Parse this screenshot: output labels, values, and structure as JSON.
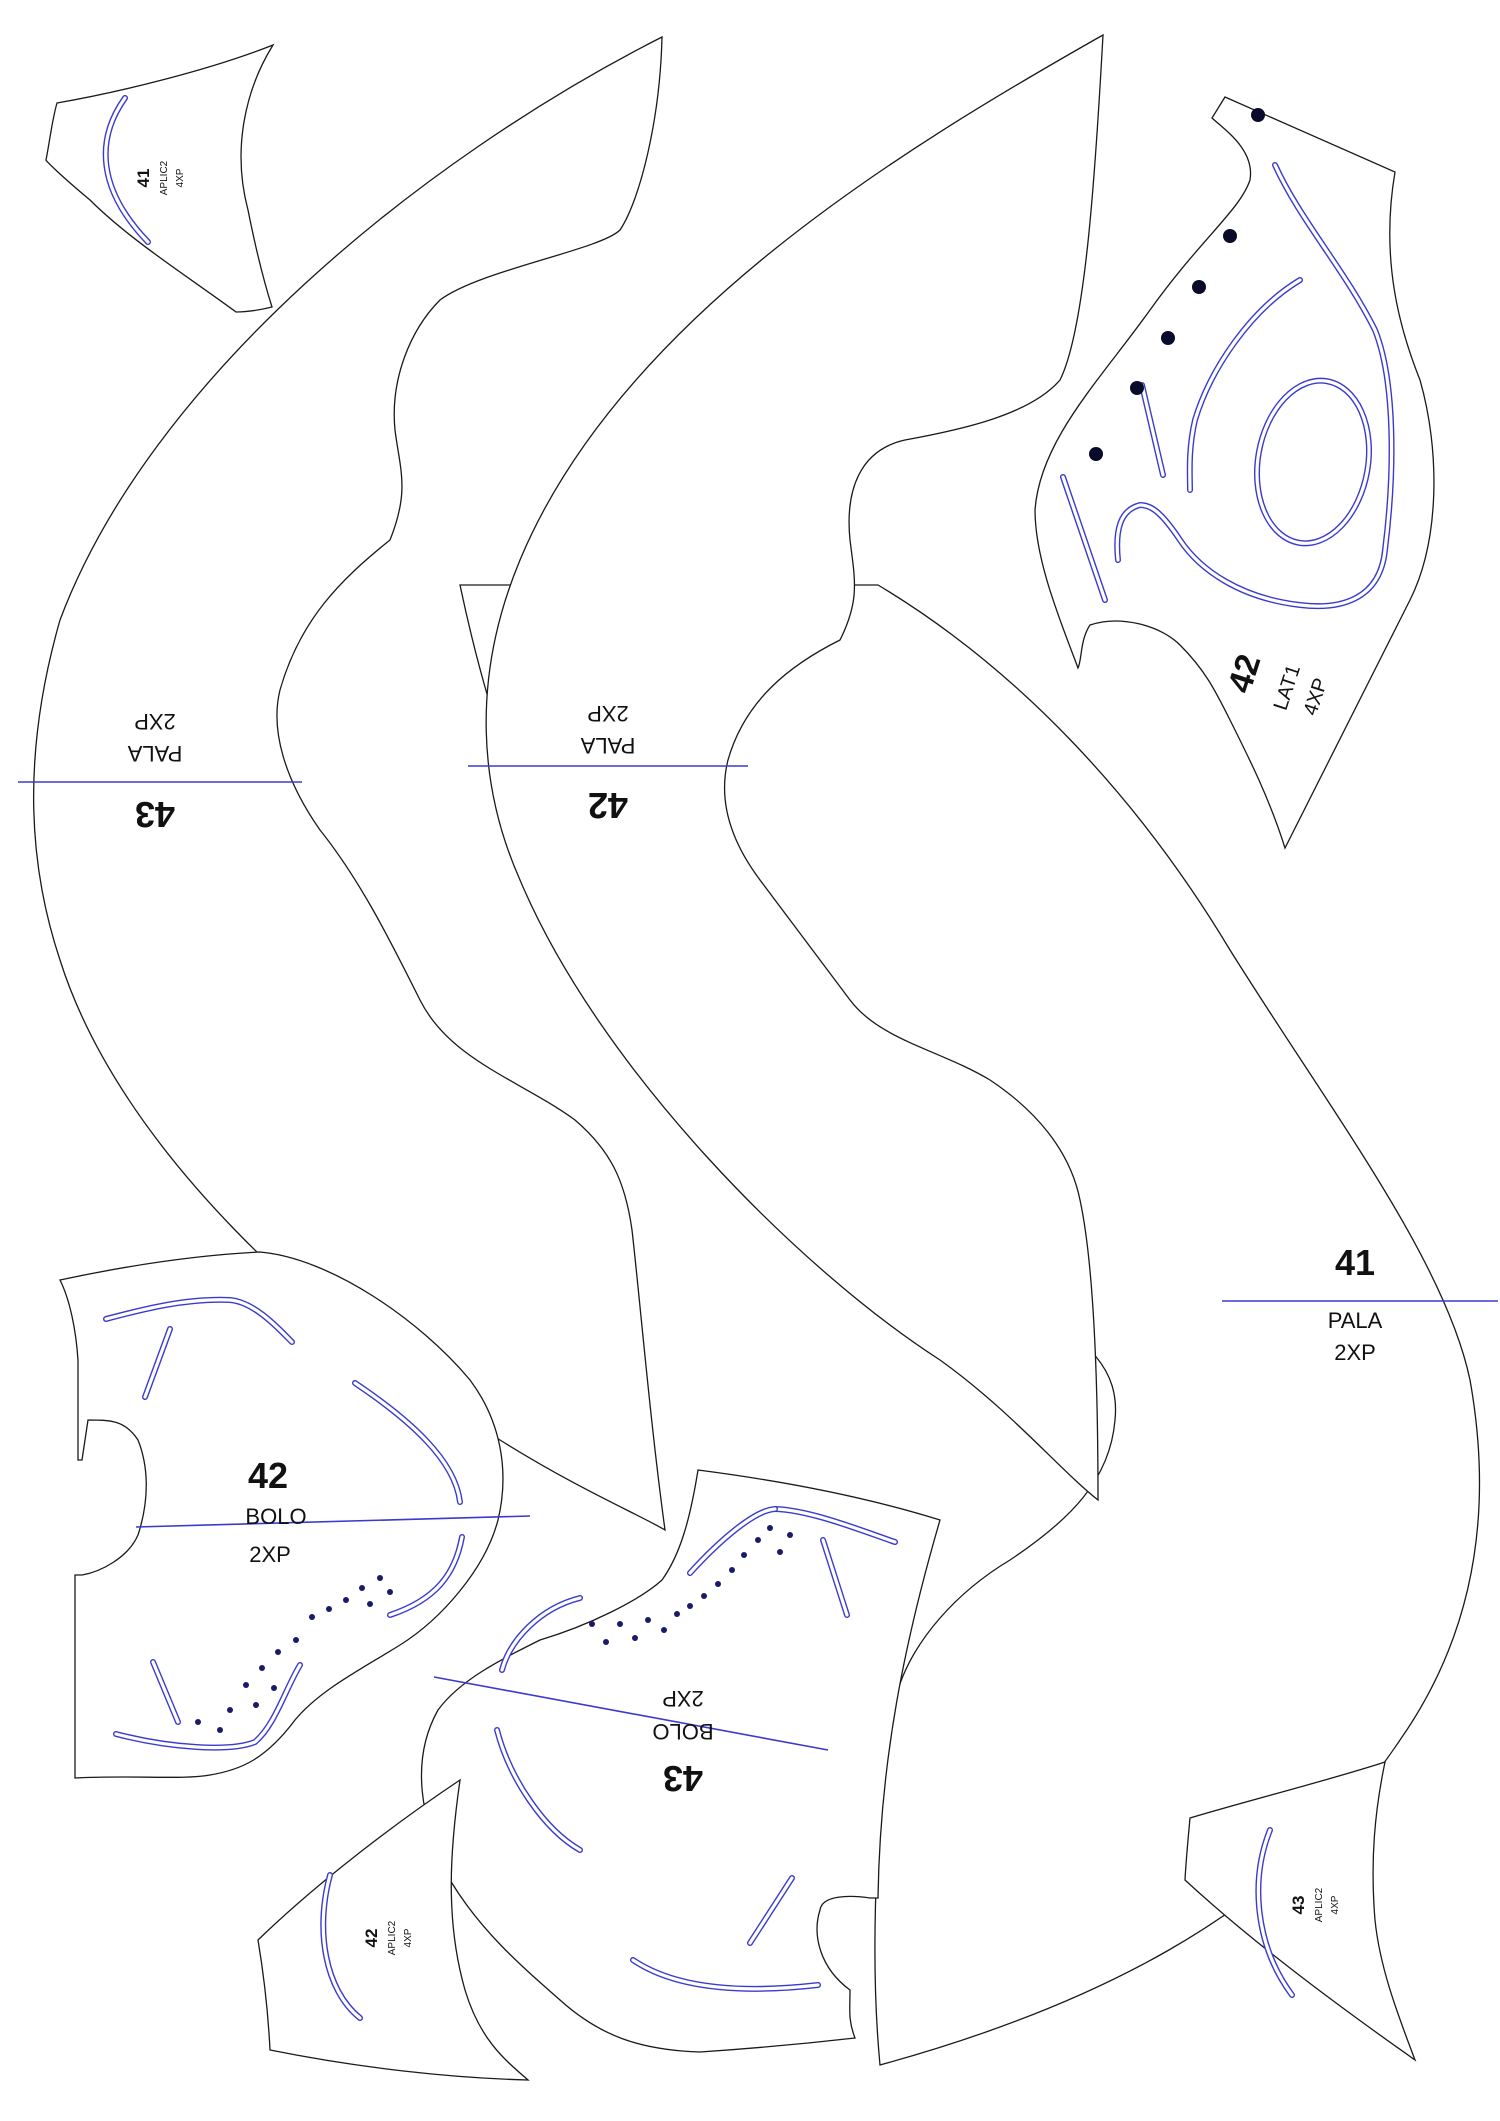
{
  "pieces": {
    "aplic2_41": {
      "size": "41",
      "name": "APLIC2",
      "qty": "4XP"
    },
    "pala_43": {
      "size": "43",
      "name": "PALA",
      "qty": "2XP"
    },
    "pala_42": {
      "size": "42",
      "name": "PALA",
      "qty": "2XP"
    },
    "lat1_42": {
      "size": "42",
      "name": "LAT1",
      "qty": "4XP"
    },
    "pala_41": {
      "size": "41",
      "name": "PALA",
      "qty": "2XP"
    },
    "bolo_42": {
      "size": "42",
      "name": "BOLO",
      "qty": "2XP"
    },
    "bolo_43": {
      "size": "43",
      "name": "BOLO",
      "qty": "2XP"
    },
    "aplic2_42": {
      "size": "42",
      "name": "APLIC2",
      "qty": "4XP"
    },
    "aplic2_43": {
      "size": "43",
      "name": "APLIC2",
      "qty": "4XP"
    }
  },
  "colors": {
    "outline": "#1a1a1a",
    "stitch": "#3a3ad0",
    "holes": "#0a0a2a"
  }
}
